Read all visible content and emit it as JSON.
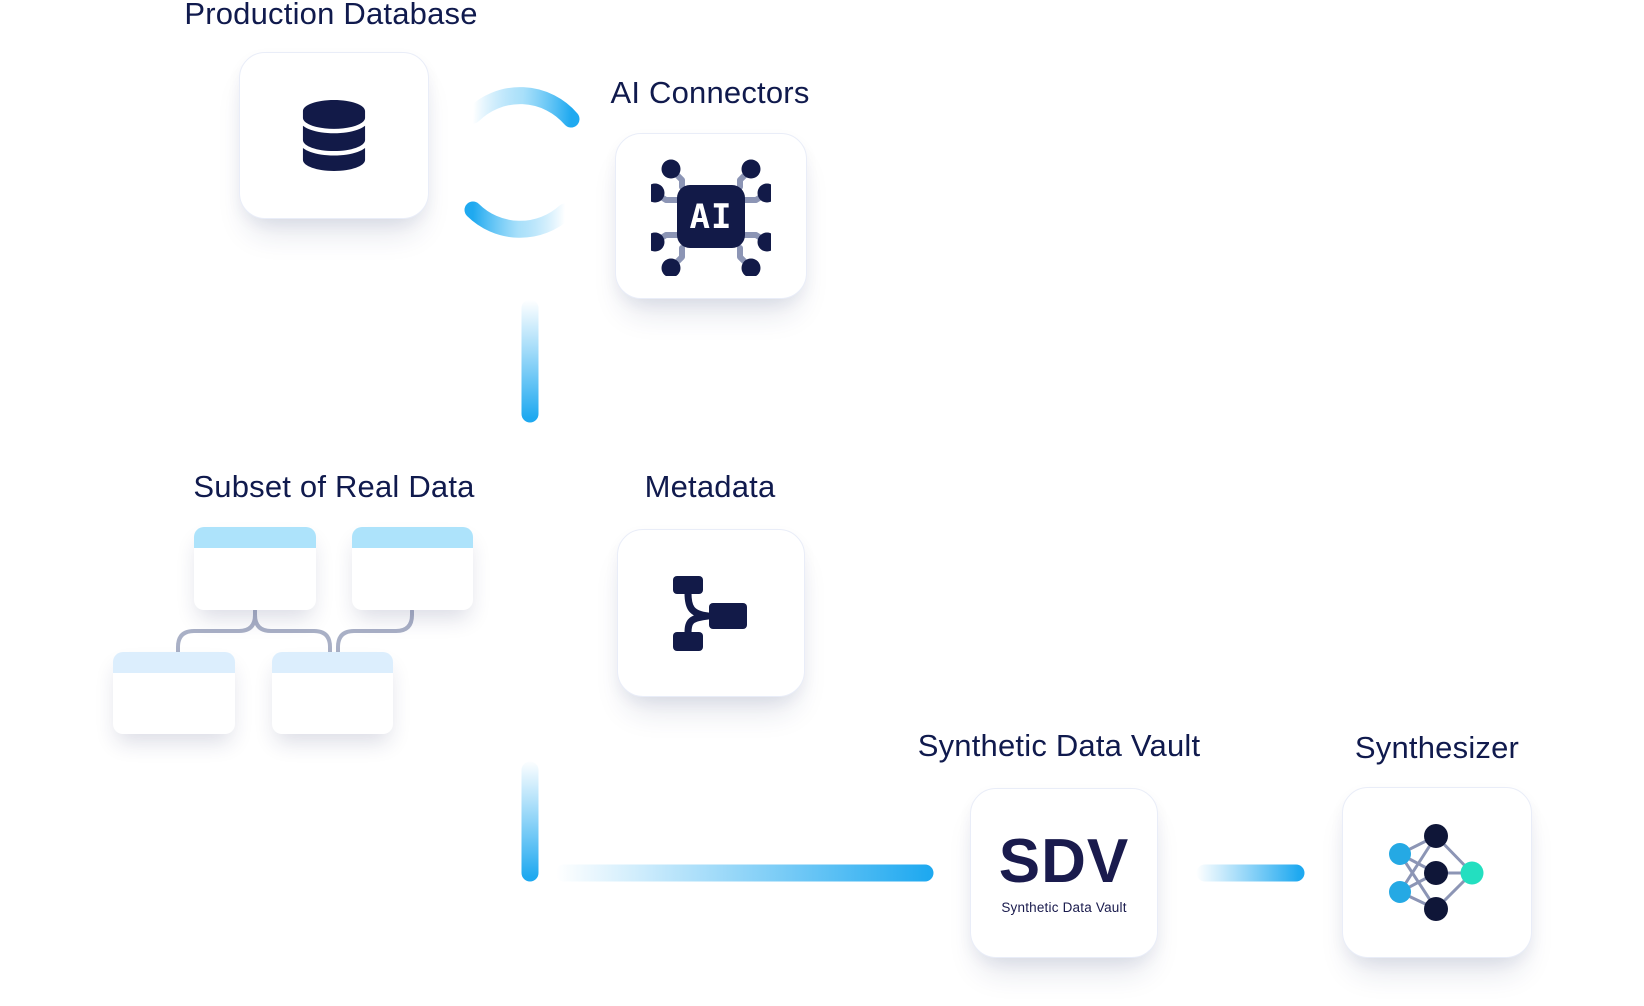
{
  "diagram": {
    "background": "#ffffff",
    "colors": {
      "title_text": "#101A4D",
      "icon_navy": "#121A48",
      "accent_blue": "#22ACF2",
      "table_header_primary": "#ADE3FB",
      "table_header_secondary": "#DCEEFD",
      "relationship_gray": "#A9B0C6",
      "pin_slate": "#8C95B5",
      "neural_node_blue": "#25A9E4",
      "neural_node_navy": "#0F1638",
      "neural_node_teal": "#23DFC0"
    },
    "nodes": {
      "production_database": {
        "label": "Production Database",
        "icon": "database-icon"
      },
      "ai_connectors": {
        "label": "AI Connectors",
        "icon": "ai-chip-icon",
        "chip_text": "AI"
      },
      "subset_of_real_data": {
        "label": "Subset of Real Data",
        "icon": "related-tables-cluster",
        "table_count": 4
      },
      "metadata": {
        "label": "Metadata",
        "icon": "schema-icon"
      },
      "synthetic_data_vault": {
        "label": "Synthetic Data Vault",
        "logo": "SDV",
        "logo_caption": "Synthetic Data Vault"
      },
      "synthesizer": {
        "label": "Synthesizer",
        "icon": "neural-network-icon"
      }
    },
    "flows": [
      {
        "from": "production_database",
        "to": "ai_connectors",
        "style": "circular-sync-arcs"
      },
      {
        "from": "ai_connectors",
        "to": "subset_of_real_data-and-metadata",
        "style": "vertical-gradient-arrow"
      },
      {
        "from": "subset_of_real_data-and-metadata",
        "to": "synthetic_data_vault",
        "style": "vertical-then-horizontal-gradient-arrow"
      },
      {
        "from": "synthetic_data_vault",
        "to": "synthesizer",
        "style": "horizontal-gradient-arrow"
      }
    ]
  }
}
